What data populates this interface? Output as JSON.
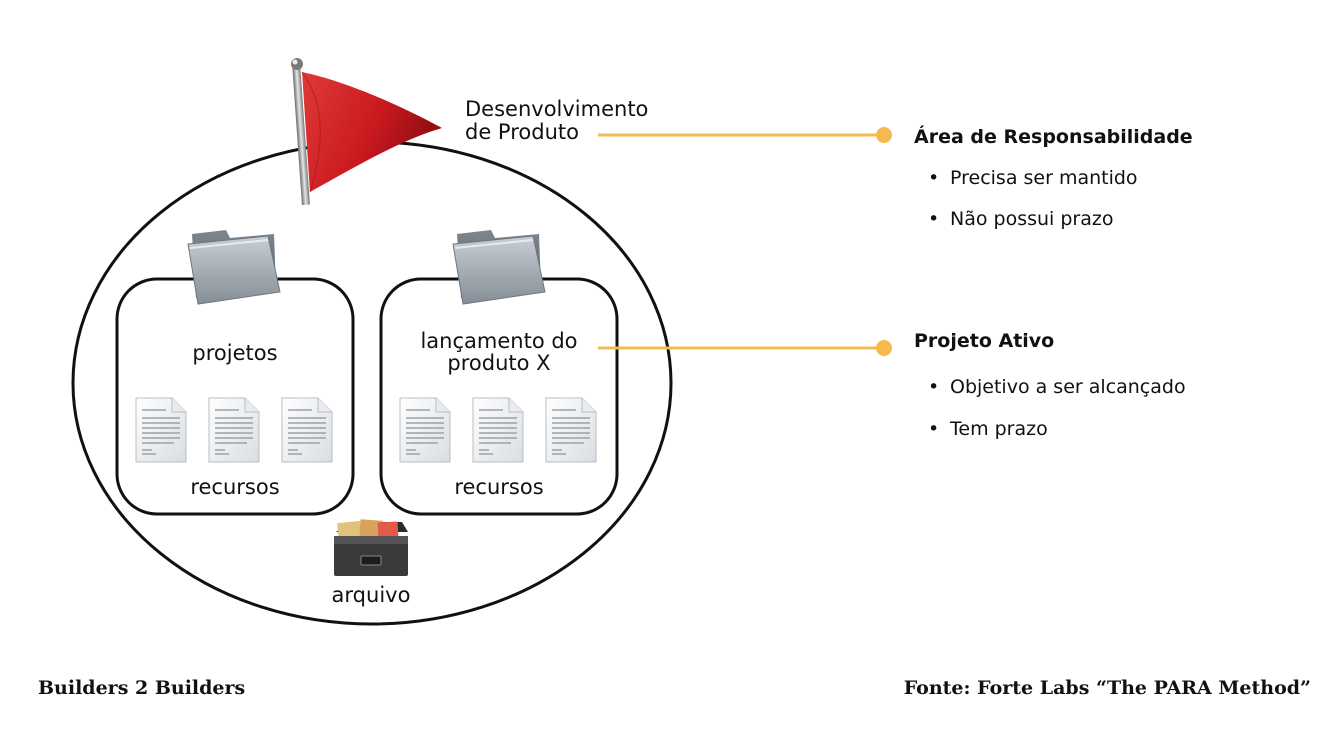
{
  "diagram": {
    "flag_label_line1": "Desenvolvimento",
    "flag_label_line2": "de Produto",
    "left_box": {
      "title": "projetos",
      "subtitle": "recursos"
    },
    "right_box": {
      "title_line1": "lançamento do",
      "title_line2": "produto X",
      "subtitle": "recursos"
    },
    "archive_label": "arquivo"
  },
  "legend": {
    "area": {
      "heading": "Área de Responsabilidade",
      "bullets": [
        "Precisa ser mantido",
        "Não possui prazo"
      ]
    },
    "project": {
      "heading": "Projeto Ativo",
      "bullets": [
        "Objetivo a ser alcançado",
        "Tem prazo"
      ]
    }
  },
  "footer": {
    "left": "Builders 2 Builders",
    "right": "Fonte: Forte Labs “The PARA Method”"
  },
  "colors": {
    "connector": "#f6b94f",
    "flag": "#c9191f",
    "outline": "#111111",
    "folder": "#9aa2ab",
    "cabinet": "#3a3a3a"
  }
}
